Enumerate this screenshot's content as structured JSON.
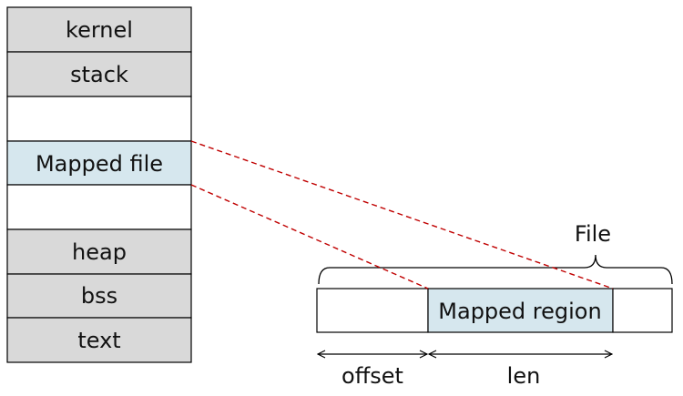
{
  "memory_layout": {
    "segments": [
      {
        "label": "kernel",
        "fill": "#d9d9d9"
      },
      {
        "label": "stack",
        "fill": "#d9d9d9"
      },
      {
        "label": "",
        "fill": "#ffffff"
      },
      {
        "label": "Mapped file",
        "fill": "#d6e7ee"
      },
      {
        "label": "",
        "fill": "#ffffff"
      },
      {
        "label": "heap",
        "fill": "#d9d9d9"
      },
      {
        "label": "bss",
        "fill": "#d9d9d9"
      },
      {
        "label": "text",
        "fill": "#d9d9d9"
      }
    ]
  },
  "file": {
    "label": "File",
    "regions": [
      {
        "label": "",
        "fill": "#ffffff"
      },
      {
        "label": "Mapped region",
        "fill": "#d6e7ee"
      },
      {
        "label": "",
        "fill": "#ffffff"
      }
    ],
    "dimensions": {
      "offset": "offset",
      "len": "len"
    }
  },
  "colors": {
    "stroke": "#000000",
    "mapping_line": "#c00000",
    "highlight": "#d6e7ee",
    "segment_gray": "#d9d9d9"
  }
}
